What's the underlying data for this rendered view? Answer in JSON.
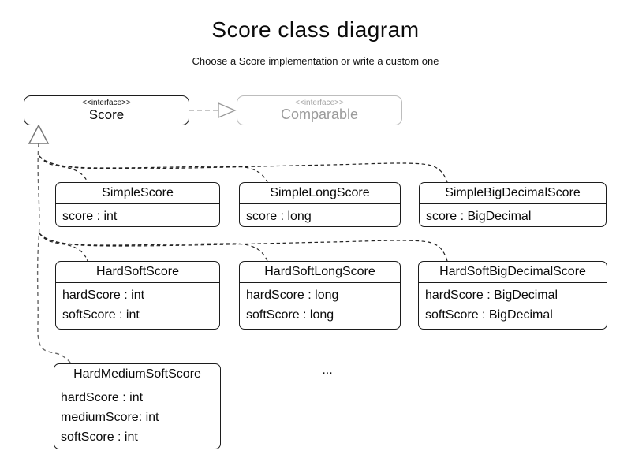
{
  "header": {
    "title": "Score class diagram",
    "subtitle": "Choose a Score implementation or write a custom one"
  },
  "interfaces": {
    "score": {
      "stereotype": "<<interface>>",
      "name": "Score"
    },
    "comparable": {
      "stereotype": "<<interface>>",
      "name": "Comparable"
    }
  },
  "classes": [
    {
      "name": "SimpleScore",
      "attributes": [
        "score : int"
      ]
    },
    {
      "name": "SimpleLongScore",
      "attributes": [
        "score : long"
      ]
    },
    {
      "name": "SimpleBigDecimalScore",
      "attributes": [
        "score : BigDecimal"
      ]
    },
    {
      "name": "HardSoftScore",
      "attributes": [
        "hardScore : int",
        "softScore : int"
      ]
    },
    {
      "name": "HardSoftLongScore",
      "attributes": [
        "hardScore : long",
        "softScore : long"
      ]
    },
    {
      "name": "HardSoftBigDecimalScore",
      "attributes": [
        "hardScore : BigDecimal",
        "softScore : BigDecimal"
      ]
    },
    {
      "name": "HardMediumSoftScore",
      "attributes": [
        "hardScore : int",
        "mediumScore: int",
        "softScore : int"
      ]
    }
  ],
  "relationships": {
    "realization": "Score ..|> Comparable",
    "generalization": "implementations ..|> Score"
  },
  "ellipsis": "...",
  "colors": {
    "line": "#1c1c1c",
    "muted_text": "#9b9b9b",
    "muted_border": "#bdbdbd",
    "edge_dark": "#222222",
    "edge_gray": "#666666",
    "background": "#ffffff"
  }
}
